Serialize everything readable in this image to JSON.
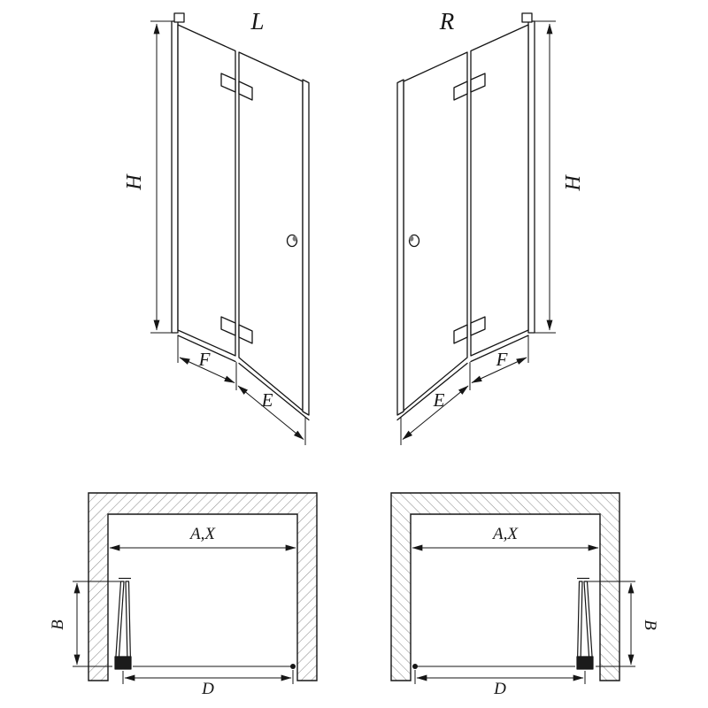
{
  "colors": {
    "line": "#161616",
    "hatch": "#8f8f8f",
    "background": "#ffffff"
  },
  "views": {
    "top_left": {
      "variant": "L",
      "height": "H",
      "bottom_left_dim": "F",
      "bottom_right_dim": "E"
    },
    "top_right": {
      "variant": "R",
      "height": "H",
      "bottom_left_dim": "E",
      "bottom_right_dim": "F"
    },
    "plan_left": {
      "width": "A,X",
      "depth": "B",
      "passage": "D"
    },
    "plan_right": {
      "width": "A,X",
      "depth": "B",
      "passage": "D"
    }
  }
}
